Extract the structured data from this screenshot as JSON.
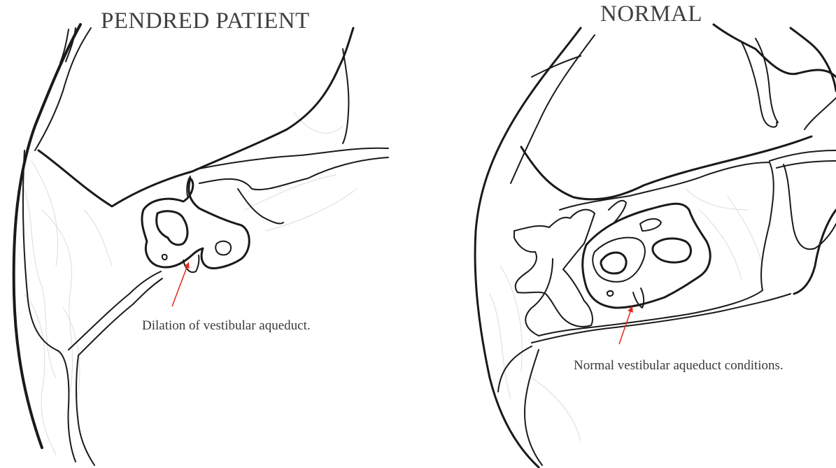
{
  "panels": {
    "left": {
      "title": "PENDRED PATIENT",
      "annotation": "Dilation of vestibular aqueduct."
    },
    "right": {
      "title": "NORMAL",
      "annotation": "Normal vestibular aqueduct conditions."
    }
  },
  "colors": {
    "outline": "#1a1a1a",
    "faint": "#d2d2d2",
    "arrow": "#e02a1c",
    "text": "#3a3a3a"
  }
}
